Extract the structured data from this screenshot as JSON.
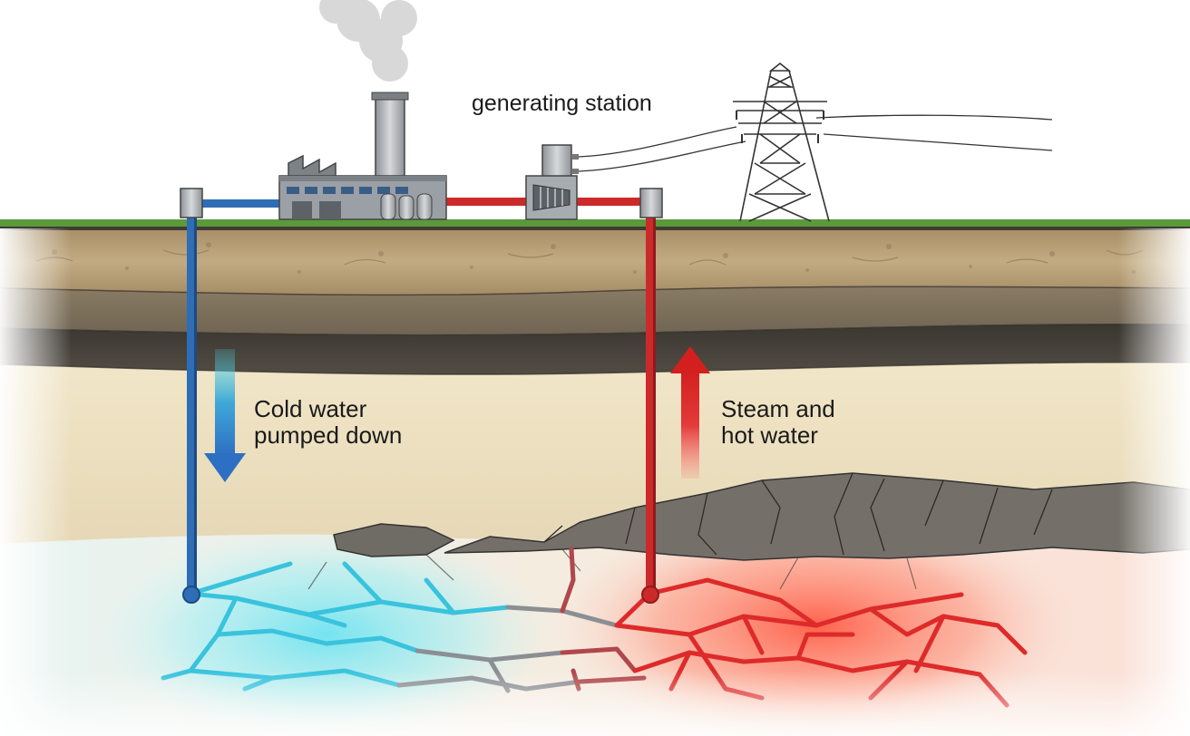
{
  "labels": {
    "generating_station": "generating station",
    "cold_water": [
      "Cold water",
      "pumped down"
    ],
    "hot_water": [
      "Steam and",
      "hot water"
    ]
  },
  "colors": {
    "cold_pipe": "#2f6db5",
    "hot_pipe": "#cc2a2a",
    "cold_fracture": "#39c3dd",
    "hot_fracture": "#de2a2a",
    "cold_glow": "#7fe6f0",
    "hot_glow": "#ff6a55",
    "grass": "#5a9a3a",
    "topsoil": "#b7a07a",
    "dark_layer": "#3e3a34",
    "sand_layer": "#e9dcb8",
    "rock": "#6f6c66"
  },
  "icons": [
    "factory-icon",
    "smokestack-icon",
    "turbine-icon",
    "transmission-tower-icon",
    "down-arrow-icon",
    "up-arrow-icon"
  ]
}
